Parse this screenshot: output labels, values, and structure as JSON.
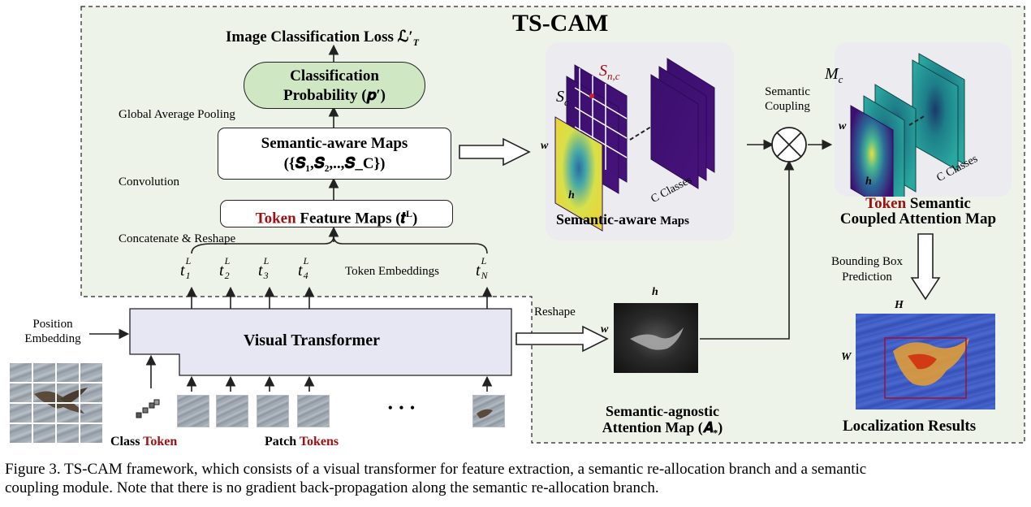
{
  "title": "TS-CAM",
  "loss_label": "Image Classification Loss ℒ′",
  "loss_subscript": "T",
  "classification_box": {
    "line1": "Classification",
    "line2": "Probability (𝒑′)"
  },
  "labels": {
    "gap": "Global Average Pooling",
    "convolution": "Convolution",
    "concat": "Concatenate & Reshape",
    "token_embeddings": "Token Embeddings",
    "position": "Position",
    "embedding": "Embedding",
    "reshape": "Reshape",
    "semantic_coupling_1": "Semantic",
    "semantic_coupling_2": "Coupling",
    "bbox_1": "Bounding Box",
    "bbox_2": "Prediction",
    "c_classes": "C Classes",
    "c_classes_2": "C Classes"
  },
  "semantic_maps_box": {
    "line1": "Semantic-aware Maps",
    "line2": "({𝑺₁,𝑺₂,..,𝑺_C})"
  },
  "token_feature_box": {
    "token": "Token",
    "rest": " Feature Maps (𝒕",
    "sup": "L",
    "close": ")"
  },
  "tokens": [
    {
      "base": "t",
      "sub": "1",
      "sup": "L"
    },
    {
      "base": "t",
      "sub": "2",
      "sup": "L"
    },
    {
      "base": "t",
      "sub": "3",
      "sup": "L"
    },
    {
      "base": "t",
      "sub": "4",
      "sup": "L"
    },
    {
      "base": "t",
      "sub": "N",
      "sup": "L"
    }
  ],
  "visual_transformer": "Visual Transformer",
  "class_token": {
    "a": "Class ",
    "b": "Token"
  },
  "patch_tokens": {
    "a": "Patch ",
    "b": "Tokens"
  },
  "ellipsis": "• • •",
  "semantic_aware_panel": {
    "title_a": "Semantic-aware ",
    "title_b": "Maps",
    "s_c": "S",
    "s_c_sub": "c",
    "s_nc": "S",
    "s_nc_sub": "n,c",
    "w": "w",
    "h": "h"
  },
  "coupled_panel": {
    "m_c": "M",
    "m_c_sub": "c",
    "w": "w",
    "h": "h",
    "title_token": "Token",
    "title_rest": " Semantic",
    "title_line2": "Coupled Attention Map"
  },
  "agnostic": {
    "line1": "Semantic-agnostic",
    "line2": "Attention Map (𝑨",
    "sub": "*",
    "close": ")",
    "h": "h",
    "w": "w"
  },
  "localization": {
    "title": "Localization Results",
    "H": "H",
    "W": "W"
  },
  "caption_line1": "Figure 3. TS-CAM framework, which consists of a visual transformer for feature extraction, a semantic re-allocation branch and a semantic",
  "caption_line2": "coupling module. Note that there is no gradient back-propagation along the semantic re-allocation branch.",
  "colors": {
    "green_region": "#eef3ea",
    "class_box": "#cfe7c3",
    "vt_box": "#e6e7f2",
    "accent_red": "#a01010"
  }
}
